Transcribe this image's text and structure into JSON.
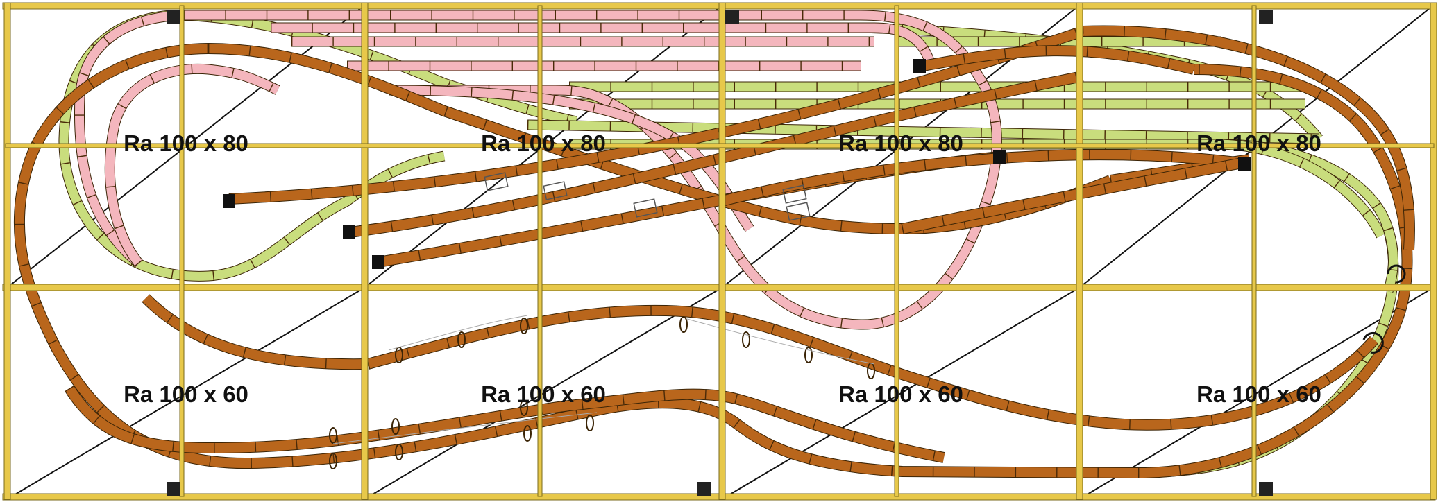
{
  "palette": {
    "frame": "#E7C84A",
    "frame_edge": "#7a6a1c",
    "diag": "#111111",
    "track_brown": "#B9661C",
    "track_pink": "#F4B6BD",
    "track_green": "#C9DD7D",
    "tie": "#4a2a08",
    "bumper": "#111111"
  },
  "modules": [
    {
      "label": "Ra 100 x 80"
    },
    {
      "label": "Ra 100 x 80"
    },
    {
      "label": "Ra 100 x 80"
    },
    {
      "label": "Ra 100 x 80"
    },
    {
      "label": "Ra 100 x 60"
    },
    {
      "label": "Ra 100 x 60"
    },
    {
      "label": "Ra 100 x 60"
    },
    {
      "label": "Ra 100 x 60"
    }
  ]
}
